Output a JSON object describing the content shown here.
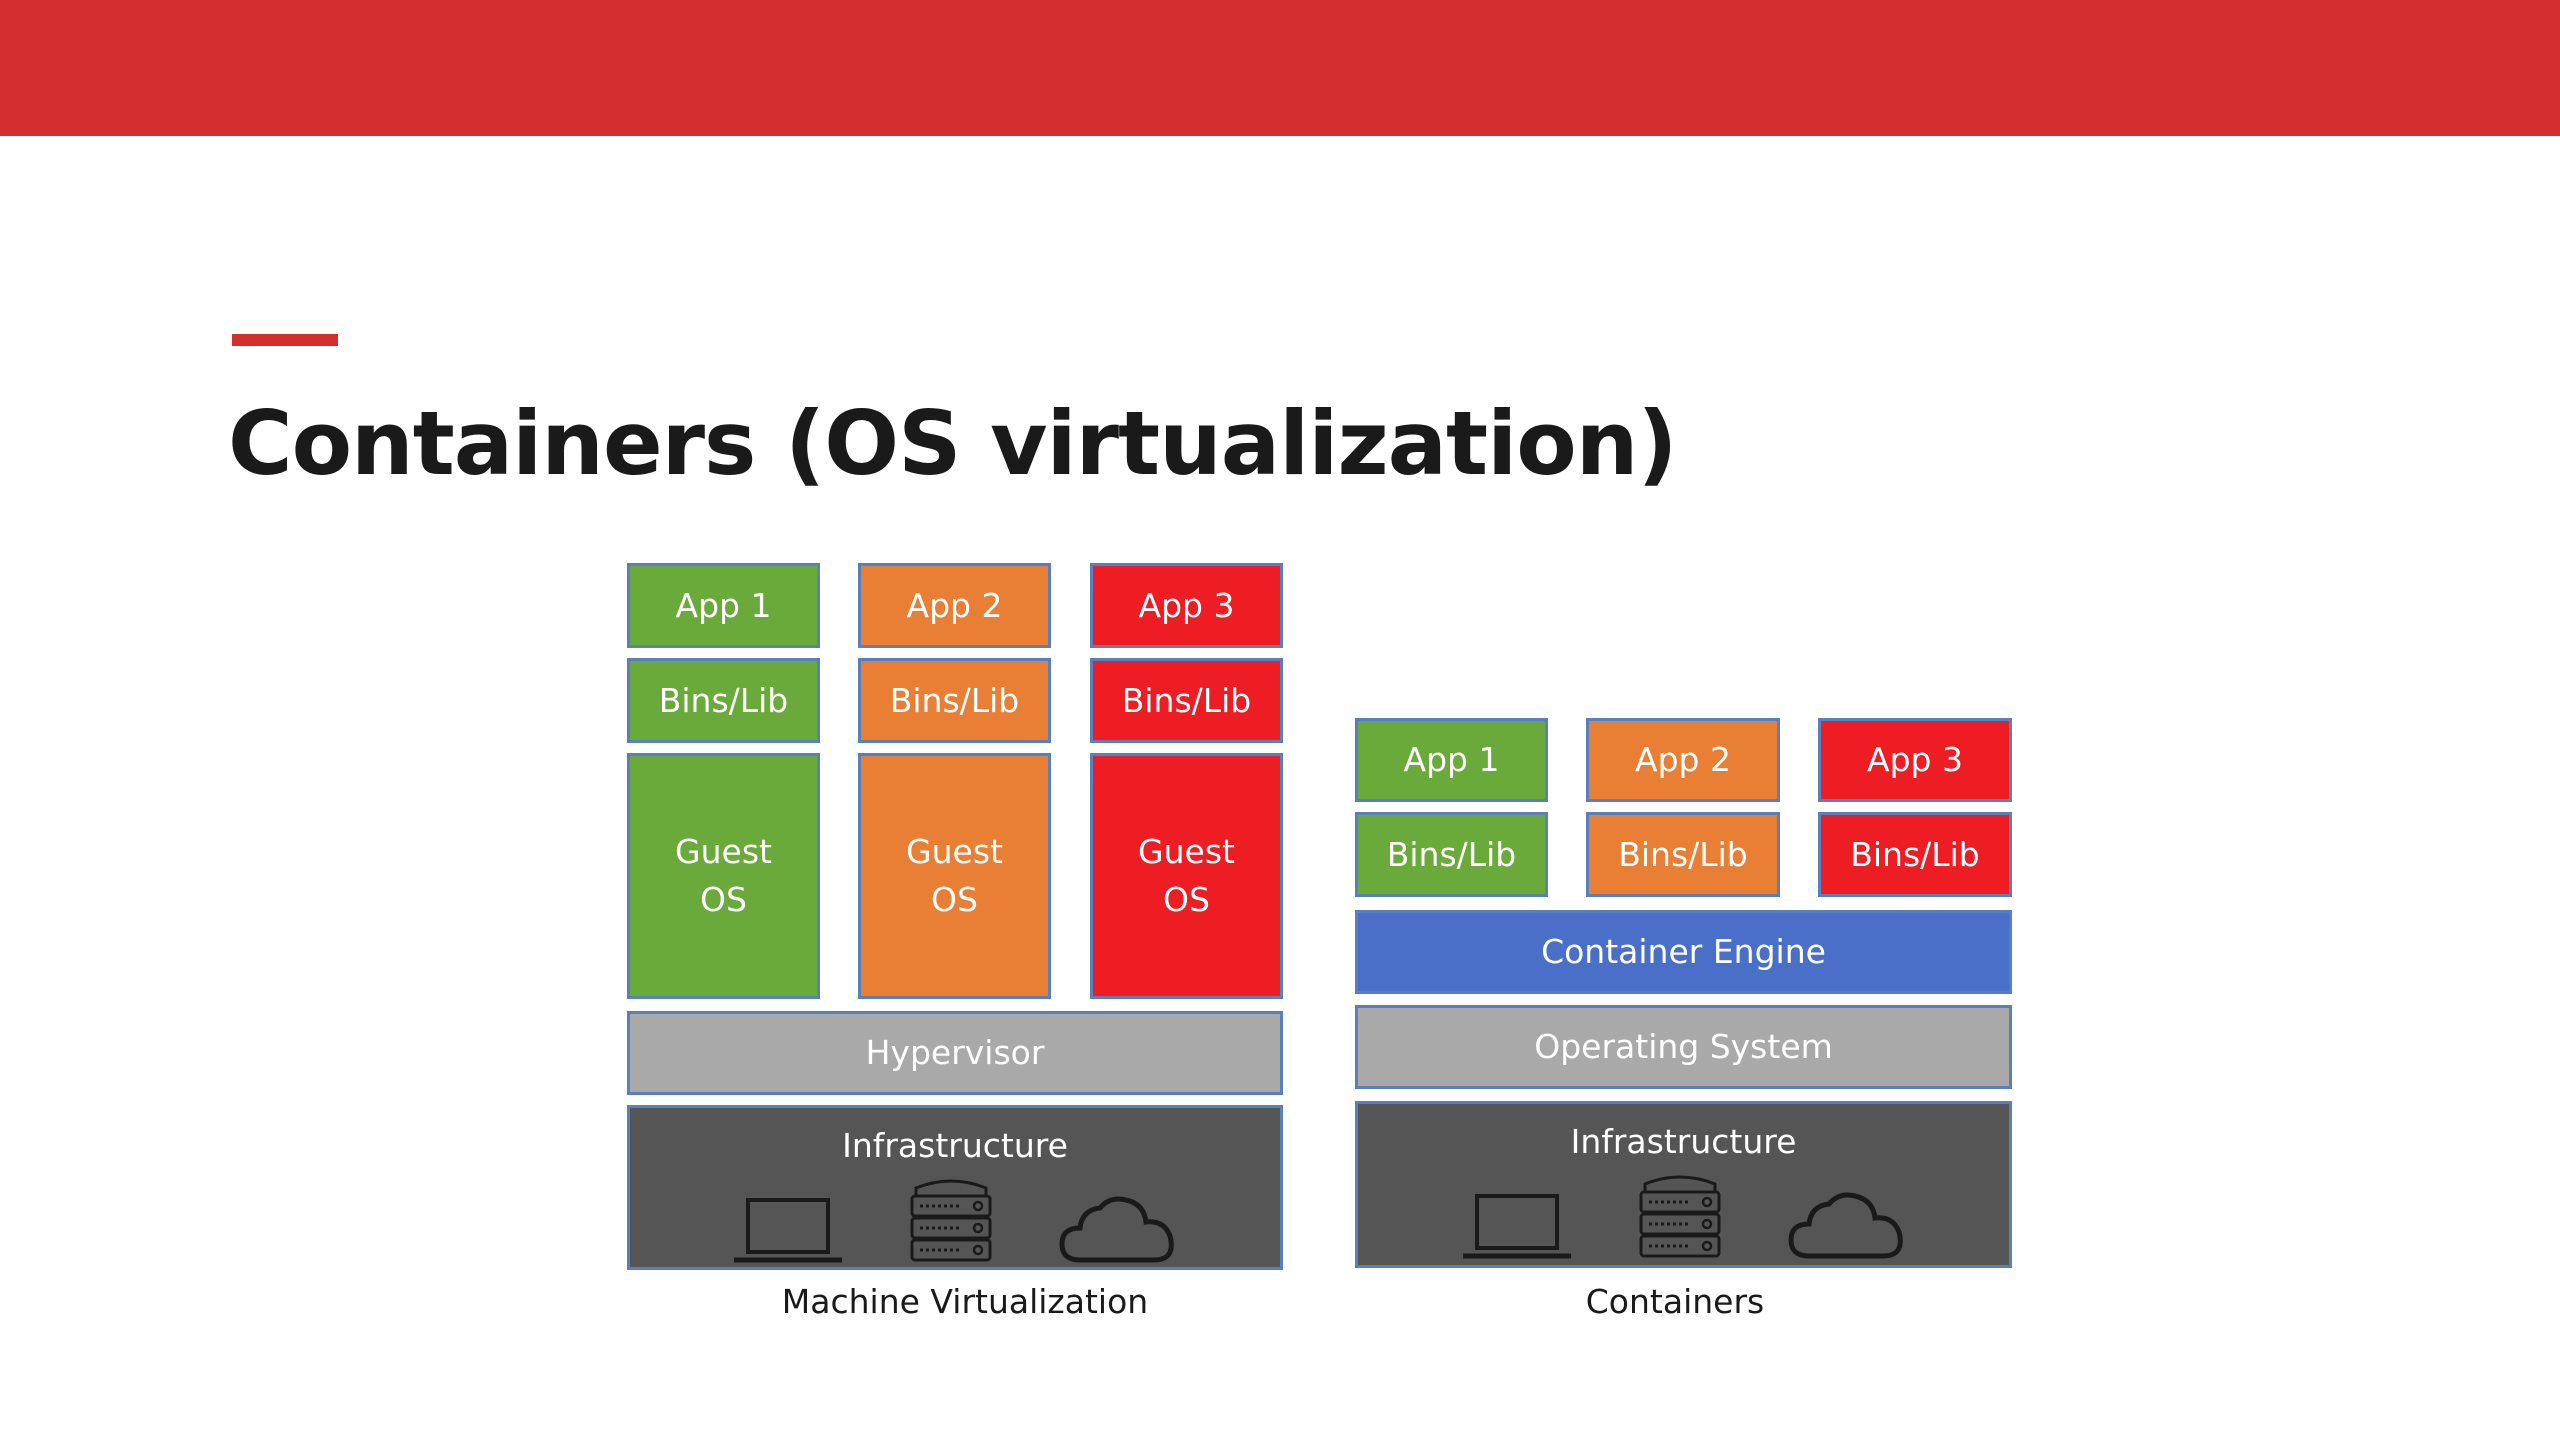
{
  "slide": {
    "title": "Containers (OS virtualization)",
    "accent_color": "#d32f2f"
  },
  "machine_virtualization": {
    "caption": "Machine Virtualization",
    "apps": [
      {
        "app": "App 1",
        "bins": "Bins/Lib",
        "guest_os": "Guest OS",
        "color": "#6aaa3a"
      },
      {
        "app": "App 2",
        "bins": "Bins/Lib",
        "guest_os": "Guest OS",
        "color": "#e97f35"
      },
      {
        "app": "App 3",
        "bins": "Bins/Lib",
        "guest_os": "Guest OS",
        "color": "#ee1c23"
      }
    ],
    "hypervisor": "Hypervisor",
    "infrastructure": "Infrastructure",
    "icons": [
      "laptop-icon",
      "server-icon",
      "cloud-icon"
    ]
  },
  "containers": {
    "caption": "Containers",
    "apps": [
      {
        "app": "App 1",
        "bins": "Bins/Lib",
        "color": "#6aaa3a"
      },
      {
        "app": "App 2",
        "bins": "Bins/Lib",
        "color": "#e97f35"
      },
      {
        "app": "App 3",
        "bins": "Bins/Lib",
        "color": "#ee1c23"
      }
    ],
    "container_engine": "Container Engine",
    "operating_system": "Operating System",
    "infrastructure": "Infrastructure",
    "icons": [
      "laptop-icon",
      "server-icon",
      "cloud-icon"
    ]
  }
}
